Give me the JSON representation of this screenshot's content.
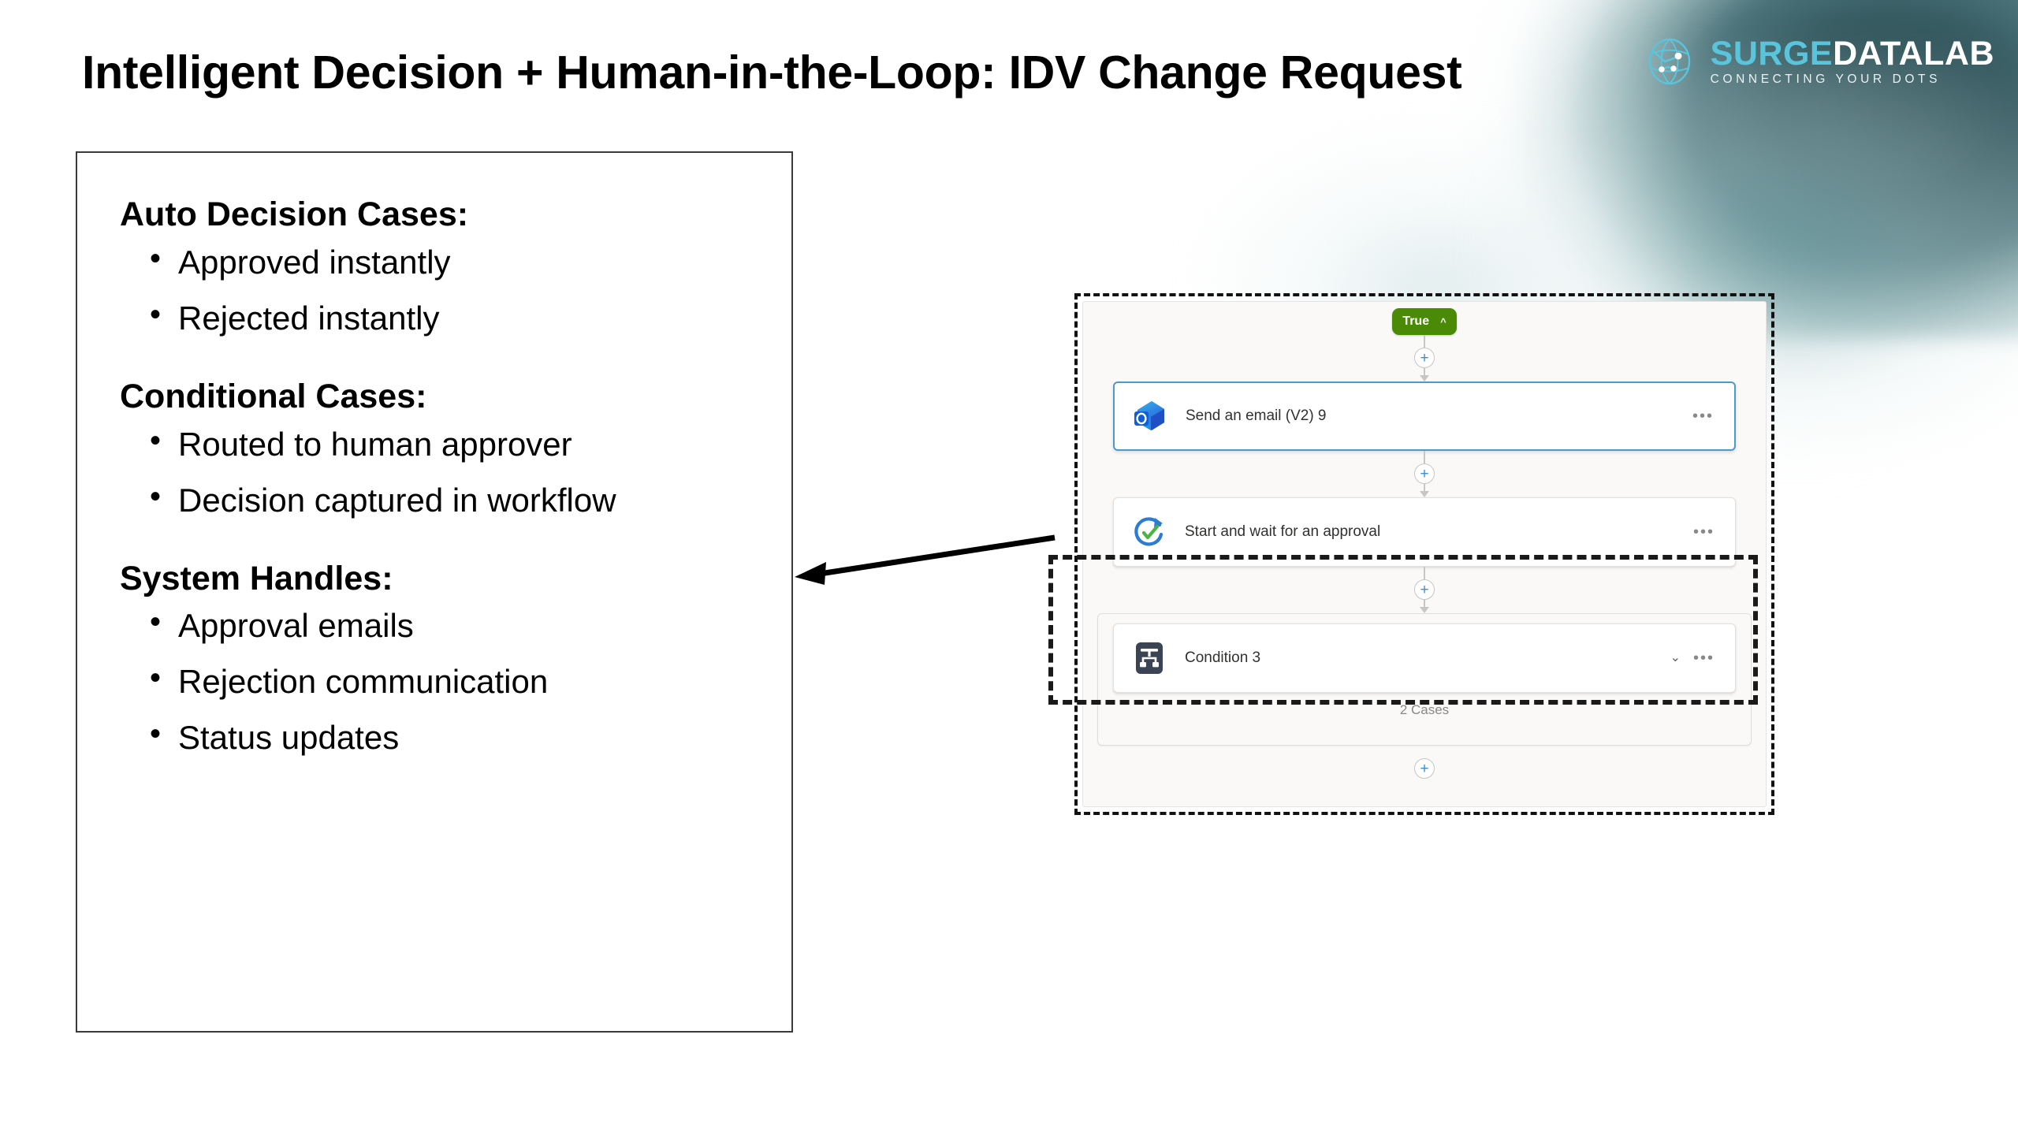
{
  "slide": {
    "title": "Intelligent Decision + Human-in-the-Loop: IDV Change Request"
  },
  "logo": {
    "word_primary": "SURGE",
    "word_secondary": "DATALAB",
    "tagline": "CONNECTING YOUR DOTS",
    "mark_icon": "globe-network-icon",
    "color_primary": "#5bc4dd",
    "color_secondary": "#ffffff"
  },
  "panel": {
    "groups": [
      {
        "heading": "Auto Decision Cases:",
        "items": [
          "Approved instantly",
          "Rejected instantly"
        ]
      },
      {
        "heading": "Conditional Cases:",
        "items": [
          "Routed to human approver",
          "Decision captured in workflow"
        ]
      },
      {
        "heading": "System Handles:",
        "items": [
          "Approval emails",
          "Rejection communication",
          "Status updates"
        ]
      }
    ]
  },
  "flow": {
    "branch_badge": {
      "label": "True",
      "color": "#4a8a07",
      "chevron": "ⱏ",
      "chevron_icon": "chevron-up-icon"
    },
    "add_node_glyph": "+",
    "add_node_icon": "plus-circle-icon",
    "steps": [
      {
        "name": "send-email-card",
        "label": "Send an email (V2) 9",
        "icon": "outlook-send-email-icon",
        "selected": true,
        "menu": "•••"
      },
      {
        "name": "approval-card",
        "label": "Start and wait for an approval",
        "icon": "approvals-icon",
        "selected": false,
        "menu": "•••"
      },
      {
        "name": "condition-card",
        "label": "Condition 3",
        "icon": "switch-condition-icon",
        "selected": false,
        "menu": "•••",
        "collapse_chevron": "⌄",
        "cases_label": "2 Cases"
      }
    ]
  },
  "annotations": {
    "callout_arrow": "arrow-pointing-left",
    "highlight_box": "dashed-highlight-approval-step",
    "outer_box": "dashed-highlight-flow-branch"
  }
}
